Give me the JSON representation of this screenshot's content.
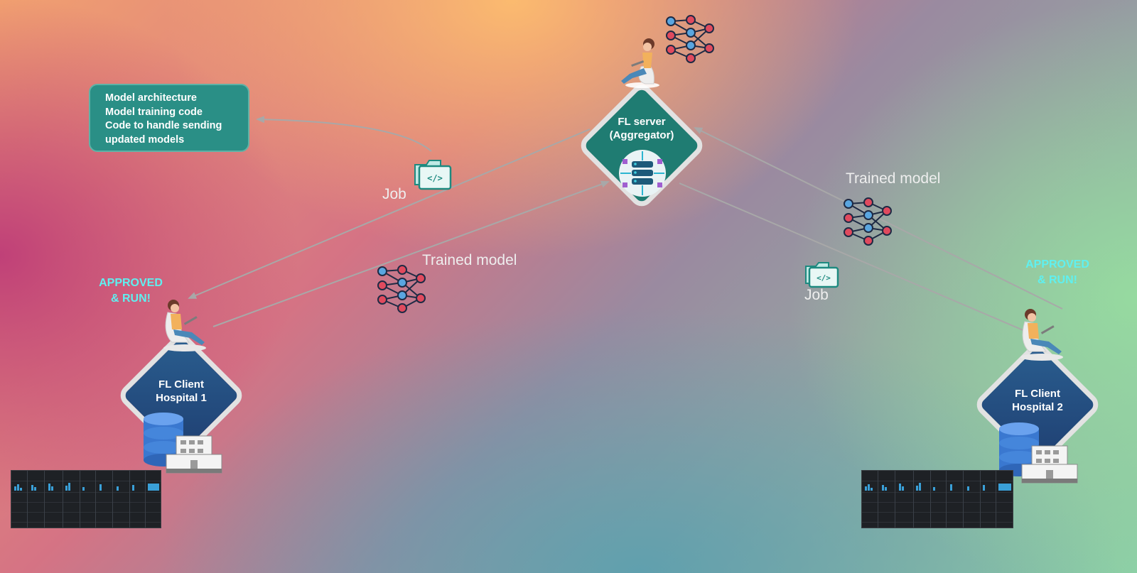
{
  "info_box": {
    "lines": [
      "Model architecture",
      "Model training code",
      "Code to handle sending",
      "updated models"
    ]
  },
  "server": {
    "title_line1": "FL server",
    "title_line2": "(Aggregator)"
  },
  "client1": {
    "title_line1": "FL Client",
    "title_line2": "Hospital 1",
    "status_line1": "APPROVED",
    "status_line2": "& RUN!"
  },
  "client2": {
    "title_line1": "FL Client",
    "title_line2": "Hospital 2",
    "status_line1": "APPROVED",
    "status_line2": "& RUN!"
  },
  "edges": {
    "job_left": "Job",
    "job_right": "Job",
    "trained_left": "Trained model",
    "trained_right": "Trained model"
  },
  "colors": {
    "server_fill": "#1f7c72",
    "client_fill": "#1f3f72",
    "info_box_fill": "#2a8f86",
    "approved_text": "#5ff0f0",
    "arrow": "#a8a8a8"
  },
  "icons": [
    "code-folder-icon",
    "neural-network-icon",
    "server-chip-icon",
    "database-icon",
    "hospital-building-icon",
    "person-laptop-icon",
    "data-table-thumbnail"
  ]
}
